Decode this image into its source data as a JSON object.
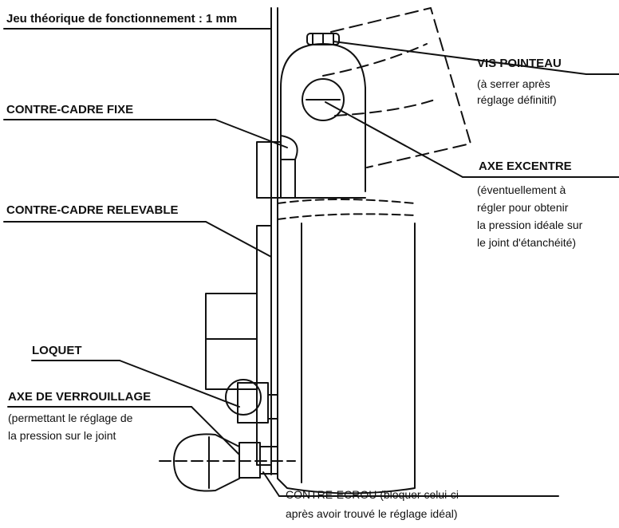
{
  "labels": {
    "jeu": "Jeu théorique de fonctionnement : 1 mm",
    "vis_pointeau": "VIS POINTEAU",
    "vis_pointeau_note": [
      "(à serrer après",
      "réglage définitif)"
    ],
    "contre_cadre_fixe": "CONTRE-CADRE FIXE",
    "axe_excentre": "AXE EXCENTRE",
    "axe_excentre_note": [
      "(éventuellement à",
      "régler pour obtenir",
      "la pression idéale sur",
      "le joint d'étanchéité)"
    ],
    "contre_cadre_relevable": "CONTRE-CADRE RELEVABLE",
    "loquet": "LOQUET",
    "axe_verrouillage": "AXE DE VERROUILLAGE",
    "axe_verrouillage_note": [
      "(permettant le réglage de",
      "la pression sur le joint"
    ],
    "contre_ecrou": [
      "CONTRE-ECROU (bloquer celui-ci",
      "après avoir trouvé le réglage idéal)"
    ]
  },
  "colors": {
    "ink": "#111111",
    "paper": "#ffffff"
  }
}
